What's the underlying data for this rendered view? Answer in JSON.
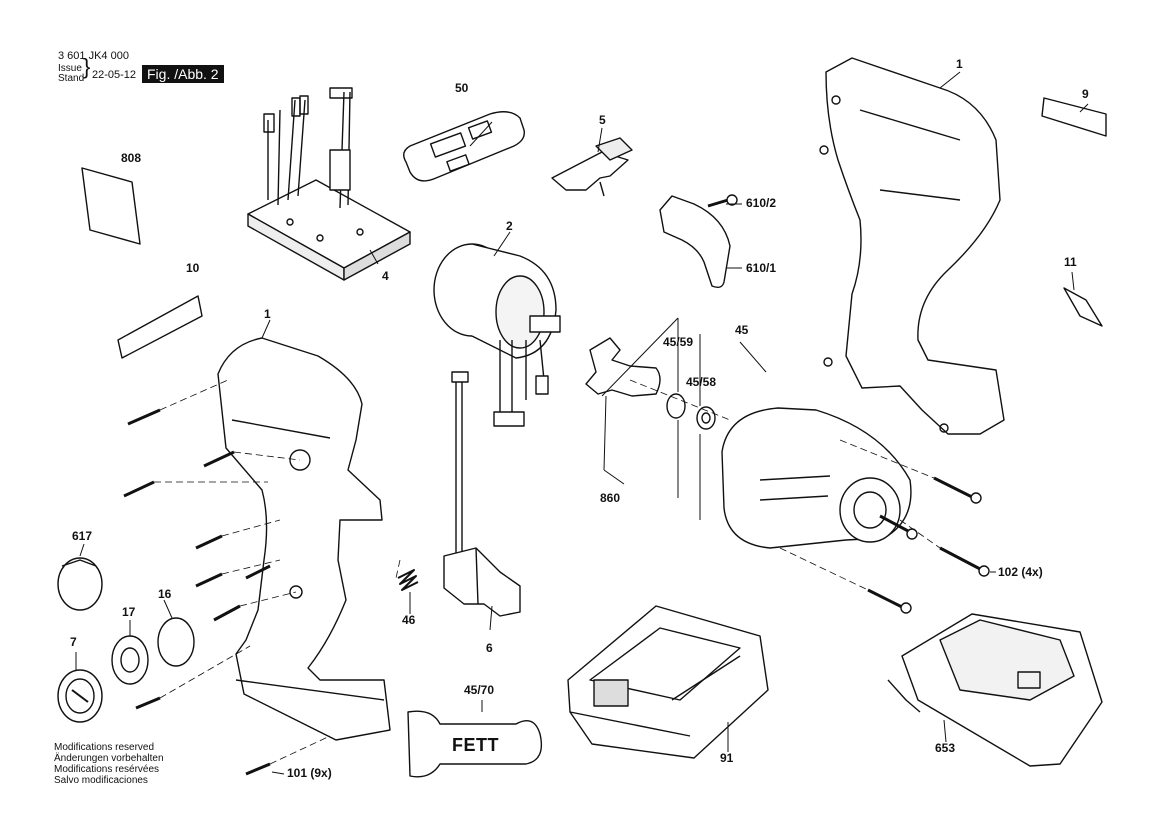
{
  "header": {
    "part_number": "3 601 JK4 000",
    "issue_label": "Issue",
    "stand_label": "Stand",
    "date": "22-05-12",
    "figure": "Fig. /Abb. 2"
  },
  "modifications": [
    "Modifications reserved",
    "Änderungen vorbehalten",
    "Modifications resérvées",
    "Salvo modificaciones"
  ],
  "grease_tube_text": "FETT",
  "part_labels": {
    "p1_top": "1",
    "p1_left": "1",
    "p2": "2",
    "p4": "4",
    "p5": "5",
    "p6": "6",
    "p7": "7",
    "p9": "9",
    "p10": "10",
    "p11": "11",
    "p16": "16",
    "p17": "17",
    "p45": "45",
    "p45_58": "45/58",
    "p45_59": "45/59",
    "p45_70": "45/70",
    "p46": "46",
    "p50": "50",
    "p91": "91",
    "p101": "101 (9x)",
    "p102": "102 (4x)",
    "p610_1": "610/1",
    "p610_2": "610/2",
    "p617": "617",
    "p653": "653",
    "p808": "808",
    "p860": "860"
  }
}
